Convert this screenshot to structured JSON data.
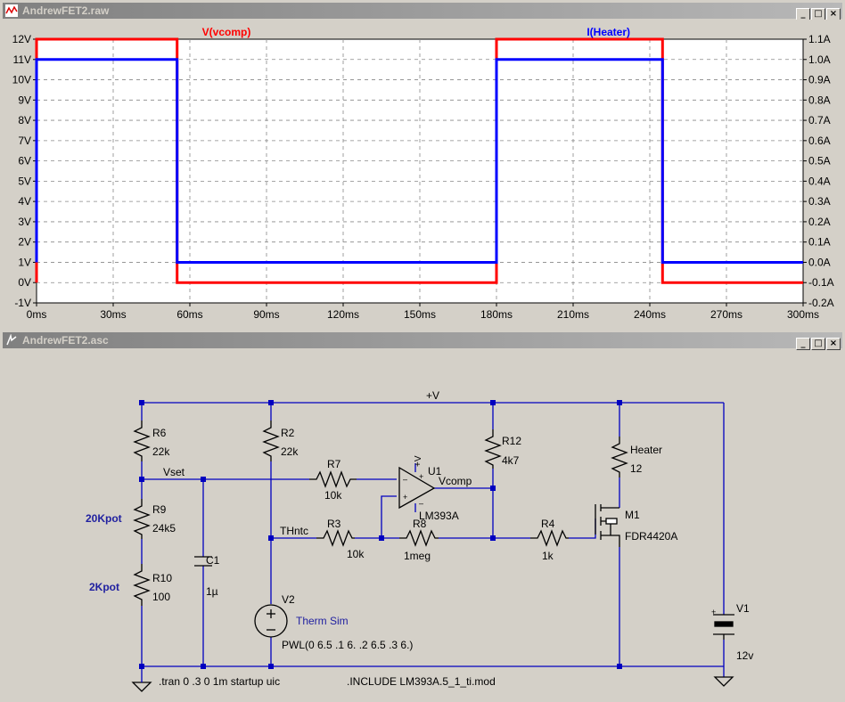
{
  "waveform_window": {
    "title": "AndrewFET2.raw",
    "minimize": "_",
    "maximize": "□",
    "close": "×"
  },
  "schematic_window": {
    "title": "AndrewFET2.asc",
    "minimize": "_",
    "maximize": "□",
    "close": "×"
  },
  "colors": {
    "vcomp": "#ff0000",
    "heater": "#0000ff",
    "wire": "#0000c0",
    "part": "#000000",
    "label_blue": "#1f1fa0"
  },
  "chart_data": {
    "type": "line",
    "x_unit": "ms",
    "xlim": [
      0,
      300
    ],
    "x_ticks": [
      "0ms",
      "30ms",
      "60ms",
      "90ms",
      "120ms",
      "150ms",
      "180ms",
      "210ms",
      "240ms",
      "270ms",
      "300ms"
    ],
    "y_left_ticks": [
      "12V",
      "11V",
      "10V",
      "9V",
      "8V",
      "7V",
      "6V",
      "5V",
      "4V",
      "3V",
      "2V",
      "1V",
      "0V",
      "-1V"
    ],
    "y_right_ticks": [
      "1.1A",
      "1.0A",
      "0.9A",
      "0.8A",
      "0.7A",
      "0.6A",
      "0.5A",
      "0.4A",
      "0.3A",
      "0.2A",
      "0.1A",
      "0.0A",
      "-0.1A",
      "-0.2A"
    ],
    "ylim_left": [
      -1,
      12
    ],
    "ylim_right": [
      -0.2,
      1.1
    ],
    "grid": true,
    "series": [
      {
        "name": "V(vcomp)",
        "axis": "left",
        "points": [
          [
            0,
            0
          ],
          [
            0,
            12
          ],
          [
            55,
            12
          ],
          [
            55,
            0
          ],
          [
            180,
            0
          ],
          [
            180,
            12
          ],
          [
            245,
            12
          ],
          [
            245,
            0
          ],
          [
            300,
            0
          ]
        ]
      },
      {
        "name": "I(Heater)",
        "axis": "right",
        "points": [
          [
            0,
            0
          ],
          [
            0,
            1.0
          ],
          [
            55,
            1.0
          ],
          [
            55,
            0
          ],
          [
            180,
            0
          ],
          [
            180,
            1.0
          ],
          [
            245,
            1.0
          ],
          [
            245,
            0
          ],
          [
            300,
            0
          ]
        ]
      }
    ]
  },
  "schematic": {
    "labels": {
      "vplus": "+V",
      "r6": "R6",
      "r6_val": "22k",
      "r2": "R2",
      "r2_val": "22k",
      "r12": "R12",
      "r12_val": "4k7",
      "heater": "Heater",
      "heater_val": "12",
      "r7": "R7",
      "r7_val": "10k",
      "u1": "U1",
      "u1_model": "LM393A",
      "u1_v": "+V",
      "vcomp": "Vcomp",
      "vset": "Vset",
      "r9": "R9",
      "r9_val": "24k5",
      "r9_note": "20Kpot",
      "thntc": "THntc",
      "r3": "R3",
      "r3_val": "10k",
      "r8": "R8",
      "r8_val": "1meg",
      "r4": "R4",
      "r4_val": "1k",
      "m1": "M1",
      "m1_model": "FDR4420A",
      "c1": "C1",
      "c1_val": "1µ",
      "r10": "R10",
      "r10_val": "100",
      "r10_note": "2Kpot",
      "v2": "V2",
      "v2_name": "Therm Sim",
      "v2_pwl": "PWL(0 6.5 .1 6. .2 6.5 .3 6.)",
      "v1": "V1",
      "v1_val": "12v",
      "tran": ".tran 0 .3 0 1m startup uic",
      "include": ".INCLUDE LM393A.5_1_ti.mod"
    }
  }
}
